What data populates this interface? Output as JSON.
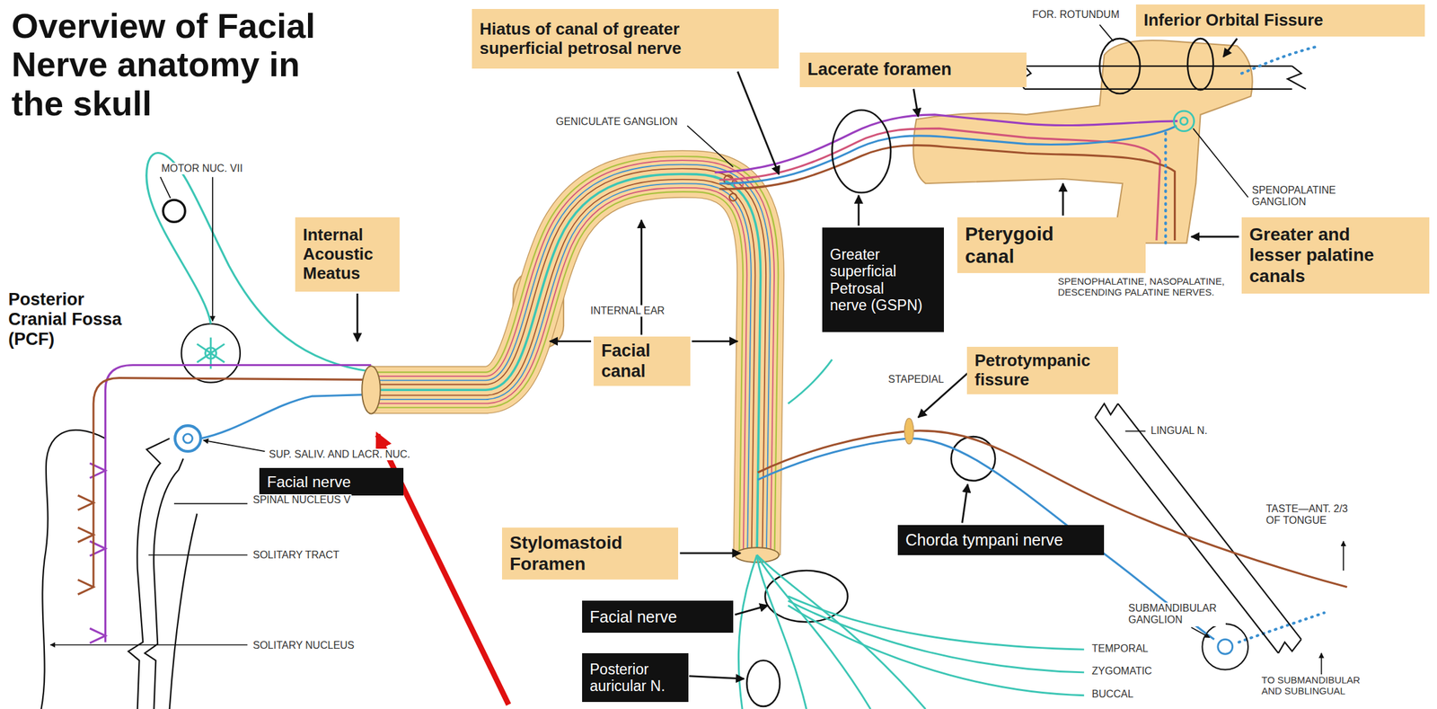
{
  "diagram": {
    "title": "Overview of Facial Nerve anatomy in the skull",
    "nodes": [
      {
        "text": [
          "Hiatus of canal of greater superficial petrosal nerve"
        ]
      },
      {
        "text": [
          "Lacerate foramen"
        ]
      },
      {
        "text": [
          "Inferior Orbital Fissure"
        ]
      },
      {
        "text": [
          "Internal Acoustic Meatus"
        ]
      },
      {
        "text": [
          "Facial nerve"
        ]
      },
      {
        "text": [
          "Facial canal"
        ]
      },
      {
        "text": [
          "Greater superficial Petrosal nerve (GSPN)"
        ]
      },
      {
        "text": [
          "Pterygoid canal"
        ]
      },
      {
        "text": [
          "Greater and lesser palatine canals"
        ]
      },
      {
        "text": [
          "Petrotympanic fissure"
        ]
      },
      {
        "text": [
          "Stylomastoid Foramen"
        ]
      },
      {
        "text": [
          "Chorda tympani nerve"
        ]
      },
      {
        "text": [
          "Facial nerve"
        ]
      },
      {
        "text": [
          "Posterior auricular N."
        ]
      }
    ],
    "labels": [
      "Posterior Cranial Fossa (PCF)",
      "MOTOR NUC. VII",
      "GENICULATE GANGLION",
      "FOR. ROTUNDUM",
      "INTERNAL EAR",
      "SPENOPALATINE GANGLION",
      "SPENOPHALATINE, NASOPALATINE, DESCENDING PALATINE NERVES.",
      "SUP. SALIV. AND LACR. NUC.",
      "STAPEDIAL",
      "SPINAL NUCLEUS V",
      "LINGUAL N.",
      "SOLITARY TRACT",
      "TASTE—ANT. 2/3 OF TONGUE",
      "SUBMANDIBULAR GANGLION",
      "SOLITARY NUCLEUS",
      "TEMPORAL",
      "ZYGOMATIC",
      "BUCCAL",
      "TO SUBMANDIBULAR AND SUBLINGUAL"
    ]
  }
}
